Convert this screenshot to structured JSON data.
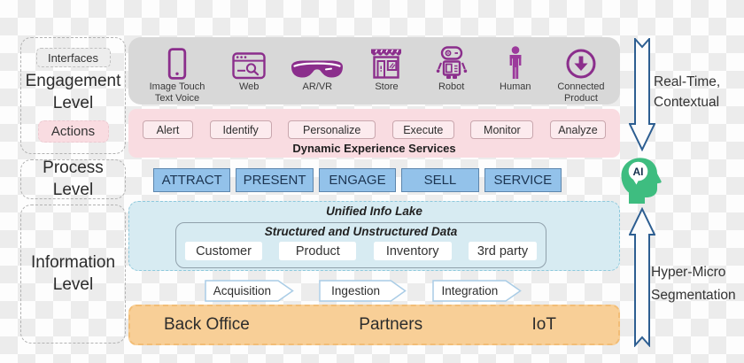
{
  "sidebar": {
    "engagement": {
      "interfaces_label": "Interfaces",
      "title": "Engagement Level",
      "actions_label": "Actions"
    },
    "process": {
      "title": "Process Level"
    },
    "information": {
      "title": "Information Level"
    }
  },
  "interfaces_row": {
    "items": [
      {
        "icon": "smartphone-icon",
        "label": "Image Touch Text Voice"
      },
      {
        "icon": "browser-search-icon",
        "label": "Web"
      },
      {
        "icon": "ar-vr-glasses-icon",
        "label": "AR/VR"
      },
      {
        "icon": "store-icon",
        "label": "Store"
      },
      {
        "icon": "robot-icon",
        "label": "Robot"
      },
      {
        "icon": "human-icon",
        "label": "Human"
      },
      {
        "icon": "connected-product-icon",
        "label": "Connected Product"
      }
    ]
  },
  "actions_row": {
    "items": [
      "Alert",
      "Identify",
      "Personalize",
      "Execute",
      "Monitor",
      "Analyze"
    ],
    "caption": "Dynamic Experience Services"
  },
  "process_row": {
    "items": [
      "ATTRACT",
      "PRESENT",
      "ENGAGE",
      "SELL",
      "SERVICE"
    ]
  },
  "information_level": {
    "lake_title": "Unified Info Lake",
    "inner_title": "Structured and Unstructured Data",
    "data_boxes": [
      "Customer",
      "Product",
      "Inventory",
      "3rd party"
    ],
    "pipeline": [
      "Acquisition",
      "Ingestion",
      "Integration"
    ],
    "sources": [
      "Back Office",
      "Partners",
      "IoT"
    ]
  },
  "right_rail": {
    "down_arrow_label_line1": "Real-Time,",
    "down_arrow_label_line2": "Contextual",
    "ai_label": "AI",
    "up_arrow_label_line1": "Hyper-Micro",
    "up_arrow_label_line2": "Segmentation"
  },
  "colors": {
    "icon_purple": "#8b2e8c",
    "human_purple": "#9c3a9c",
    "panel_gray": "#d8d8d8",
    "panel_pink": "#f9dce1",
    "process_blue_fill": "#93c2ea",
    "process_blue_border": "#5d86ad",
    "lake_blue": "#d7ebf2",
    "source_orange": "#f8cf97",
    "arrow_outline_blue": "#2d5e91",
    "chevron_border_blue": "#a9cce6",
    "ai_green": "#3ebd80"
  }
}
